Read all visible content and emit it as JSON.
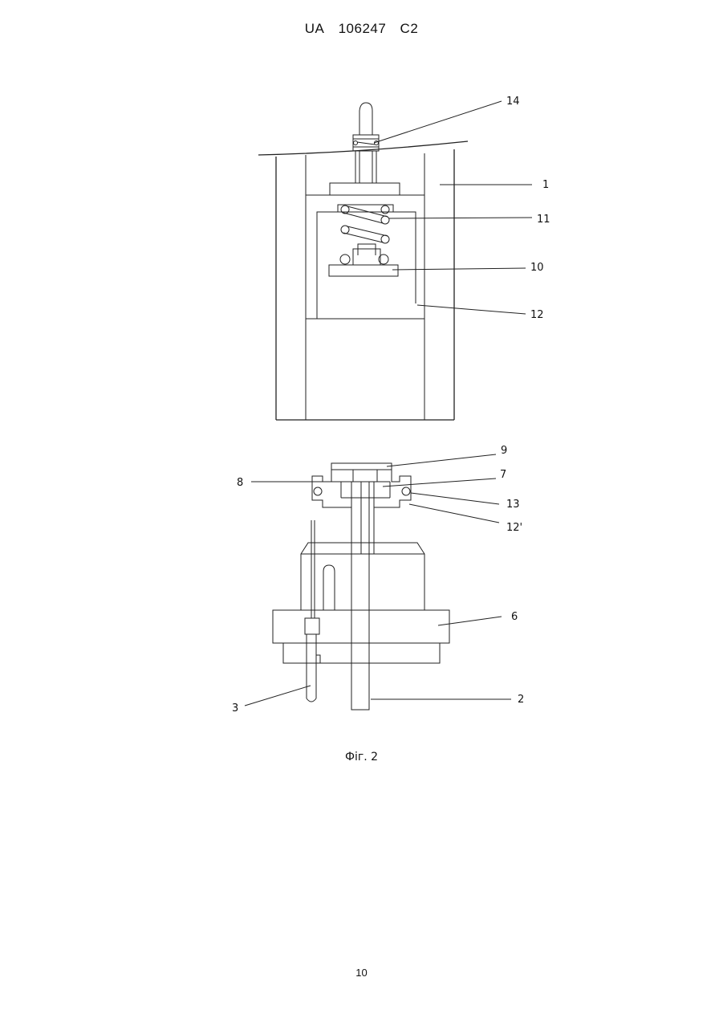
{
  "header": {
    "office": "UA",
    "number": "106247",
    "kind": "C2"
  },
  "figure": {
    "caption": "Фіг. 2",
    "labels": {
      "l1": "1",
      "l2": "2",
      "l3": "3",
      "l6": "6",
      "l7": "7",
      "l8": "8",
      "l9": "9",
      "l10": "10",
      "l11": "11",
      "l12": "12",
      "l12p": "12'",
      "l13": "13",
      "l14": "14"
    }
  },
  "page_number": "10"
}
